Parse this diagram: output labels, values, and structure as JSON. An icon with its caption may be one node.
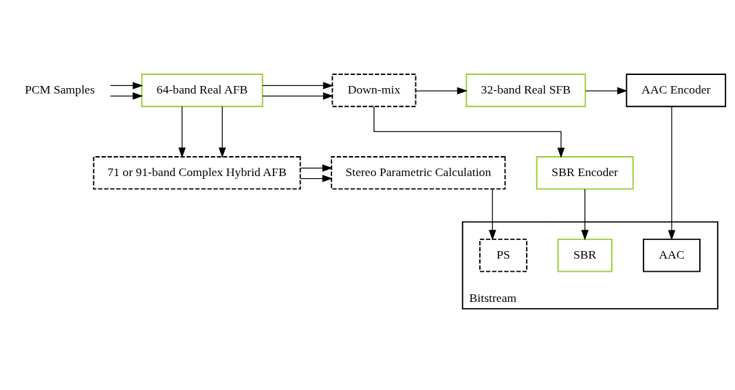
{
  "diagram": {
    "nodes": [
      {
        "text": [
          "PCM Samples"
        ]
      },
      {
        "text": [
          "64-band Real AFB"
        ]
      },
      {
        "text": [
          "Down-mix"
        ]
      },
      {
        "text": [
          "32-band Real SFB"
        ]
      },
      {
        "text": [
          "AAC Encoder"
        ]
      },
      {
        "text": [
          "71 or 91-band Complex Hybrid AFB"
        ]
      },
      {
        "text": [
          "Stereo Parametric Calculation"
        ]
      },
      {
        "text": [
          "SBR Encoder"
        ]
      },
      {
        "text": [
          "Bitstream"
        ]
      },
      {
        "text": [
          "PS"
        ],
        "in": 8
      },
      {
        "text": [
          "SBR"
        ],
        "in": 8
      },
      {
        "text": [
          "AAC"
        ],
        "in": 8
      }
    ],
    "edges": [
      {
        "from": 0,
        "to": 1,
        "arrow": "to"
      },
      {
        "from": 0,
        "to": 1,
        "arrow": "to"
      },
      {
        "from": 1,
        "to": 2,
        "arrow": "to"
      },
      {
        "from": 1,
        "to": 2,
        "arrow": "to"
      },
      {
        "from": 2,
        "to": 3,
        "arrow": "to"
      },
      {
        "from": 3,
        "to": 4,
        "arrow": "to"
      },
      {
        "from": 1,
        "to": 5,
        "arrow": "to"
      },
      {
        "from": 1,
        "to": 5,
        "arrow": "to"
      },
      {
        "from": 5,
        "to": 6,
        "arrow": "to"
      },
      {
        "from": 5,
        "to": 6,
        "arrow": "to"
      },
      {
        "from": 2,
        "to": 7,
        "arrow": "to"
      },
      {
        "from": 6,
        "to": 9,
        "arrow": "to"
      },
      {
        "from": 7,
        "to": 10,
        "arrow": "to"
      },
      {
        "from": 4,
        "to": 11,
        "arrow": "to"
      }
    ]
  }
}
